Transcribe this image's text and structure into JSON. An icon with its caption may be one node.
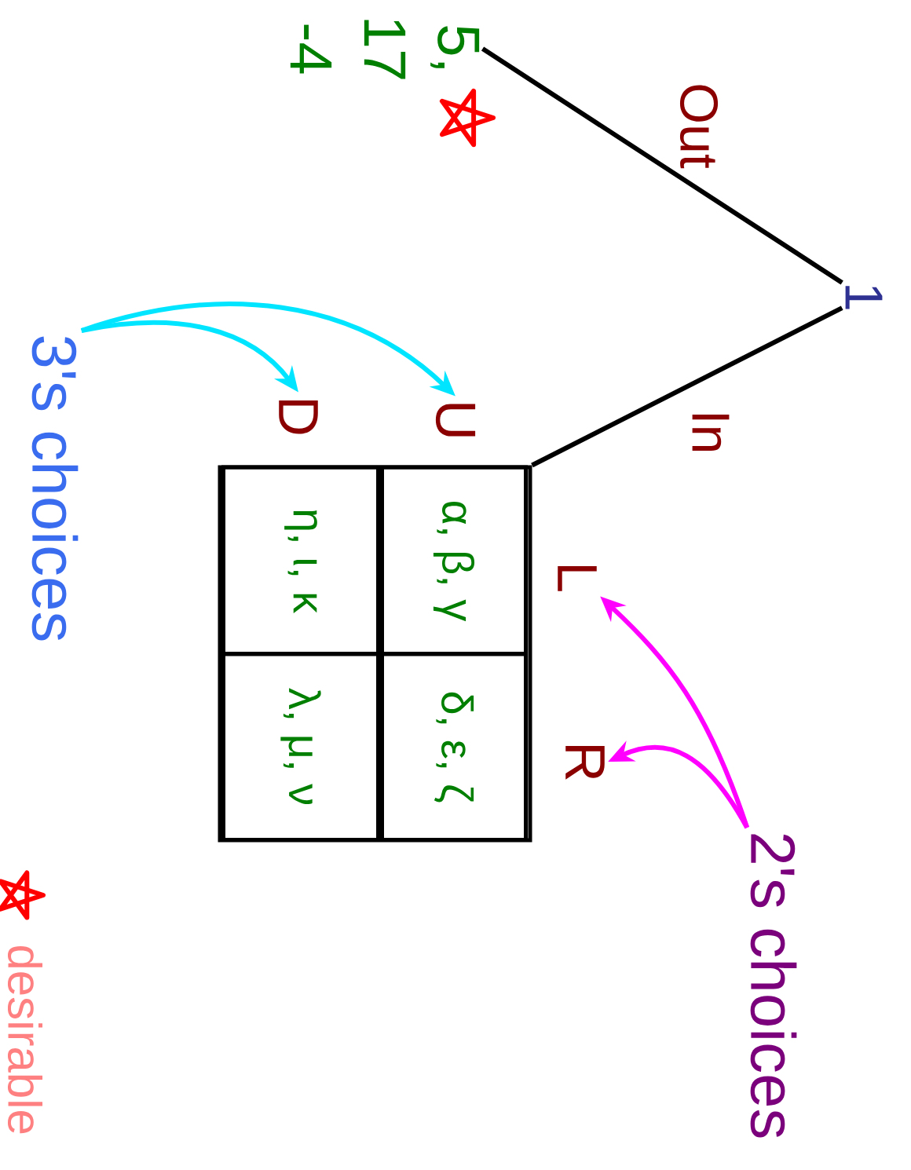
{
  "diagram": {
    "nodes": [
      {
        "text": [
          "1"
        ]
      },
      {
        "text": [
          "5,",
          "17",
          "-4"
        ]
      },
      {
        "text": [],
        "shape": "box"
      },
      {
        "text": [
          "α, β, γ"
        ],
        "in": 2
      },
      {
        "text": [
          "δ, ε, ζ"
        ],
        "in": 2
      },
      {
        "text": [
          "η, ι, κ"
        ],
        "in": 2
      },
      {
        "text": [
          "λ, μ, ν"
        ],
        "in": 2
      },
      {
        "text": [
          "3's choices"
        ]
      },
      {
        "text": [
          "2's choices"
        ]
      },
      {
        "text": [
          "U"
        ]
      },
      {
        "text": [
          "D"
        ]
      },
      {
        "text": [
          "L"
        ]
      },
      {
        "text": [
          "R"
        ]
      }
    ],
    "edges": [
      {
        "from": 0,
        "to": 1,
        "arrow": "none",
        "label": "Out"
      },
      {
        "from": 0,
        "to": 2,
        "arrow": "none",
        "label": "In"
      },
      {
        "from": 7,
        "to": 9,
        "arrow": "to",
        "color": "#00e5ff"
      },
      {
        "from": 7,
        "to": 10,
        "arrow": "to",
        "color": "#00e5ff"
      },
      {
        "from": 8,
        "to": 11,
        "arrow": "to",
        "color": "#ff00ff"
      },
      {
        "from": 8,
        "to": 12,
        "arrow": "to",
        "color": "#ff00ff"
      }
    ],
    "legend": [
      {
        "text": "desirable"
      }
    ]
  }
}
